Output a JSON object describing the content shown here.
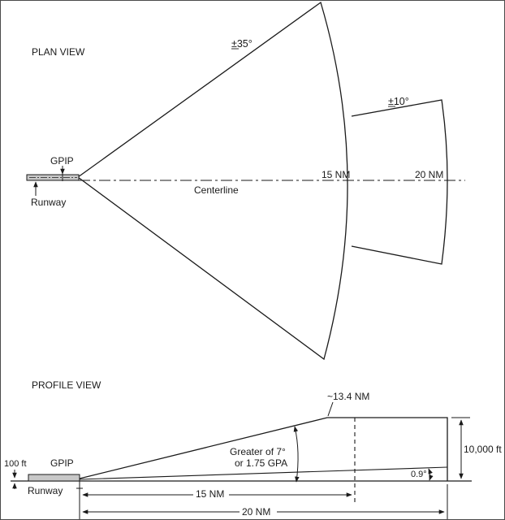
{
  "plan_view": {
    "title": "PLAN VIEW",
    "gpip_label": "GPIP",
    "runway_label": "Runway",
    "centerline_label": "Centerline",
    "angle_wide": "±35°",
    "angle_narrow": "±10°",
    "distance_15": "15 NM",
    "distance_20": "20 NM"
  },
  "profile_view": {
    "title": "PROFILE VIEW",
    "breakpoint_label": "~13.4 NM",
    "angle_label_line1": "Greater of 7°",
    "angle_label_line2": "or 1.75 GPA",
    "floor_angle": "0.9°",
    "height_label": "10,000 ft",
    "threshold_height": "100 ft",
    "gpip_label": "GPIP",
    "runway_label": "Runway",
    "distance_15": "15 NM",
    "distance_20": "20 NM"
  },
  "colors": {
    "line": "#1a1a1a",
    "runway_fill": "#c8c8c8",
    "frame": "#4a4a4a"
  }
}
